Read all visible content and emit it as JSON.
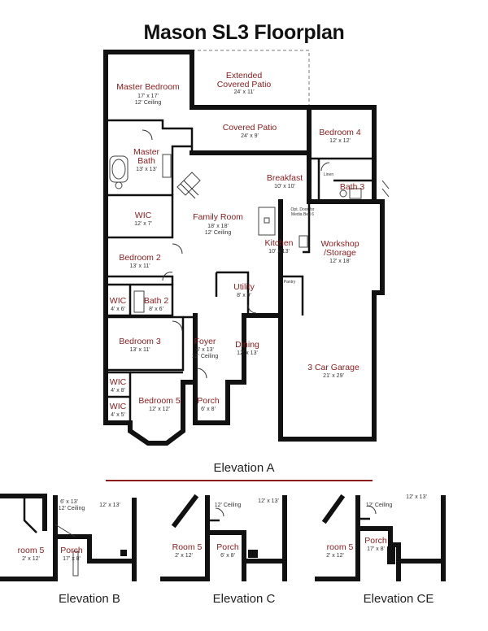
{
  "title": "Mason SL3 Floorplan",
  "rooms": {
    "extended_patio": {
      "name1": "Extended",
      "name2": "Covered Patio",
      "dim": "24' x 11'"
    },
    "master_bedroom": {
      "name": "Master Bedroom",
      "dim": "17' x 17'",
      "note": "12' Ceiling"
    },
    "covered_patio": {
      "name": "Covered Patio",
      "dim": "24' x 9'"
    },
    "bedroom4": {
      "name": "Bedroom 4",
      "dim": "12' x 12'"
    },
    "master_bath": {
      "name1": "Master",
      "name2": "Bath",
      "dim": "13' x 13'"
    },
    "breakfast": {
      "name": "Breakfast",
      "dim": "10' x 10'"
    },
    "bath3": {
      "name": "Bath 3"
    },
    "linen": {
      "name": "Linen"
    },
    "wic_master": {
      "name": "WIC",
      "dim": "12' x 7'"
    },
    "family_room": {
      "name": "Family Room",
      "dim": "18' x 18'",
      "note": "12' Ceiling"
    },
    "opt_door": {
      "line1": "Opt. Door for",
      "line2": "Media Bed 6"
    },
    "kitchen": {
      "name": "Kitchen",
      "dim": "10' x 13'"
    },
    "workshop": {
      "name1": "Workshop",
      "name2": "/Storage",
      "dim": "12' x 18'"
    },
    "bedroom2": {
      "name": "Bedroom 2",
      "dim": "13' x 11'"
    },
    "pantry": {
      "name": "Pantry"
    },
    "utility": {
      "name": "Utility",
      "dim": "8' x 9'"
    },
    "wic_b2": {
      "name": "WIC",
      "dim": "4' x 6'"
    },
    "bath2": {
      "name": "Bath 2",
      "dim": "8' x 6'"
    },
    "bedroom3": {
      "name": "Bedroom 3",
      "dim": "13' x 11'"
    },
    "foyer": {
      "name": "Foyer",
      "dim": "6' x 13'",
      "note": "12' Ceiling"
    },
    "dining": {
      "name": "Dining",
      "dim": "12' x 13'"
    },
    "garage": {
      "name": "3 Car Garage",
      "dim": "21' x 29'"
    },
    "wic_b3": {
      "name": "WIC",
      "dim": "4' x 8'"
    },
    "bedroom5": {
      "name": "Bedroom 5",
      "dim": "12' x 12'"
    },
    "porch": {
      "name": "Porch",
      "dim": "6' x 8'"
    },
    "wic_b5": {
      "name": "WIC",
      "dim": "4' x 5'"
    }
  },
  "elevations": {
    "a": "Elevation A",
    "b": "Elevation B",
    "c": "Elevation C",
    "ce": "Elevation CE"
  },
  "elev_b": {
    "bed5": "room 5",
    "bed5_dim": "2' x 12'",
    "porch": "Porch",
    "porch_dim": "17' x 8'",
    "dim_top1": "6' x 13'",
    "ceiling": "12' Ceiling",
    "dim_top2": "12' x 13'"
  },
  "elev_c": {
    "bed5": "Room 5",
    "bed5_dim": "2' x 12'",
    "porch": "Porch",
    "porch_dim": "6' x 8'",
    "ceiling": "12' Ceiling",
    "dim_top2": "12' x 13'"
  },
  "elev_ce": {
    "bed5": "room 5",
    "bed5_dim": "2' x 12'",
    "porch": "Porch",
    "porch_dim": "17' x 8'",
    "ceiling": "12' Ceiling",
    "dim_top2": "12' x 13'"
  },
  "colors": {
    "room_label": "#8b1a1a",
    "divider": "#8b1a1a",
    "wall": "#111111"
  }
}
